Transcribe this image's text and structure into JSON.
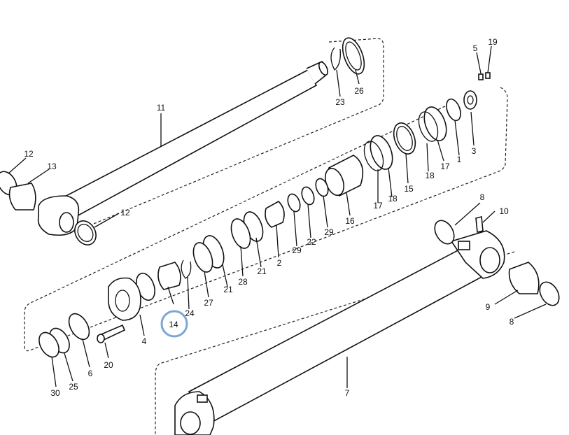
{
  "diagram": {
    "type": "exploded-parts-diagram",
    "highlight_color": "#7ba7d6",
    "highlighted_part": "14",
    "callouts": {
      "p5": "5",
      "p19": "19",
      "p26": "26",
      "p23": "23",
      "p11": "11",
      "p12a": "12",
      "p13": "13",
      "p12b": "12",
      "p3": "3",
      "p1": "1",
      "p17a": "17",
      "p18a": "18",
      "p15": "15",
      "p17b": "17",
      "p18b": "18",
      "p16": "16",
      "p29a": "29",
      "p22": "22",
      "p29b": "29",
      "p2": "2",
      "p21a": "21",
      "p28": "28",
      "p21b": "21",
      "p27": "27",
      "p24": "24",
      "p14": "14",
      "p4": "4",
      "p20": "20",
      "p6": "6",
      "p30": "30",
      "p25": "25",
      "p8a": "8",
      "p10": "10",
      "p9": "9",
      "p8b": "8",
      "p7": "7"
    }
  }
}
